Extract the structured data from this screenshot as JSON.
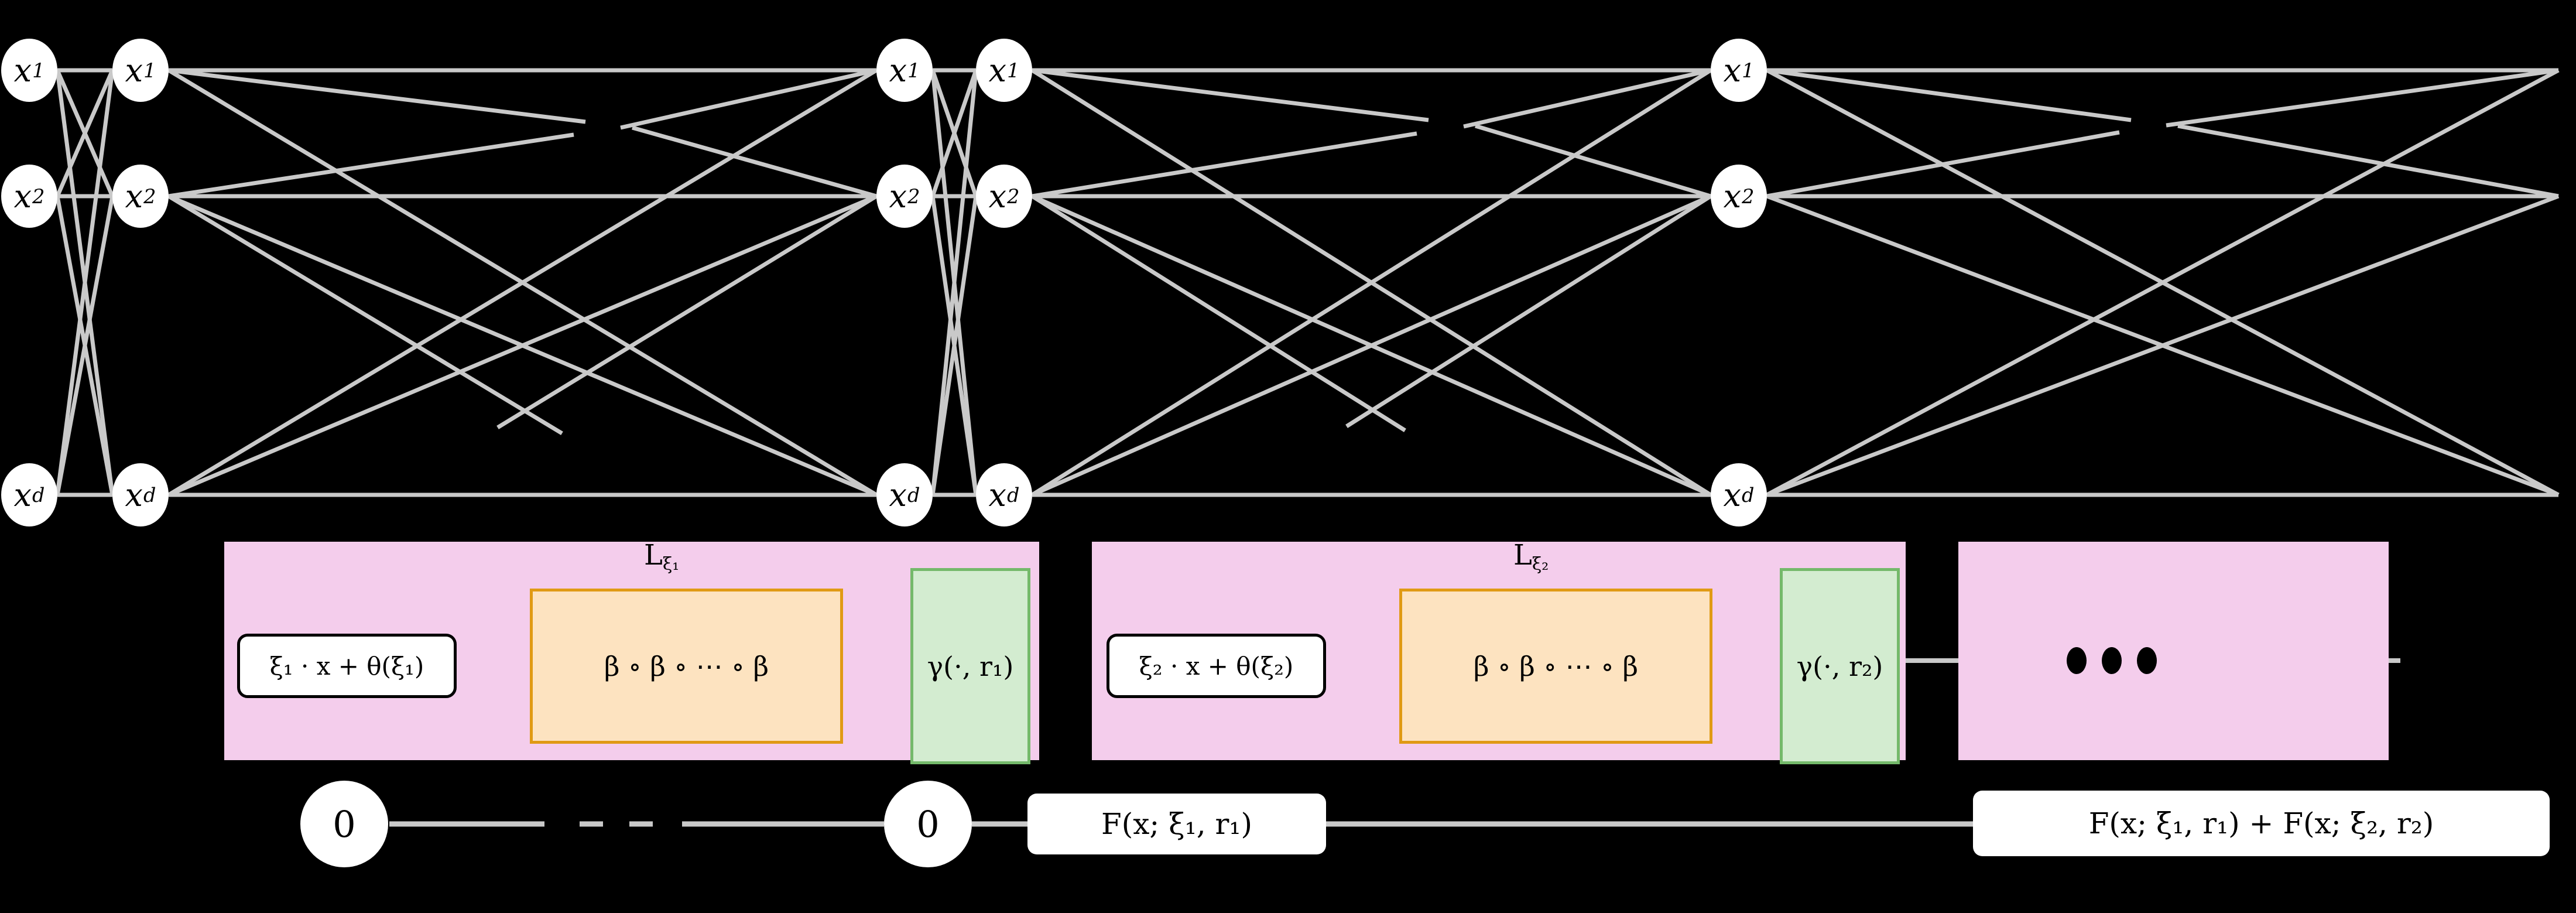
{
  "figure": {
    "type": "neural-network-architecture-diagram",
    "background_color": "#000000",
    "edge_color": "#c9c9c9",
    "node_fill": "#ffffff",
    "pink_block_color": "#f4cdec",
    "orange_block_color": "#fde3c0",
    "orange_block_border": "#e09a14",
    "green_block_color": "#d3ecd0",
    "green_block_border": "#74b96a"
  },
  "layers": [
    {
      "id": "layer-1",
      "nodes": [
        "x₁",
        "x₂",
        "x_d"
      ]
    },
    {
      "id": "layer-2",
      "nodes": [
        "x₁",
        "x₂",
        "x_d"
      ]
    },
    {
      "id": "layer-3",
      "nodes": [
        "x₁",
        "x₂",
        "x_d"
      ]
    },
    {
      "id": "layer-4",
      "nodes": [
        "x₁",
        "x₂",
        "x_d"
      ]
    },
    {
      "id": "layer-5",
      "nodes": [
        "x₁",
        "x₂",
        "x_d"
      ]
    }
  ],
  "node_labels": {
    "x1_base": "x",
    "x1_sub": "1",
    "x2_base": "x",
    "x2_sub": "2",
    "xd_base": "x",
    "xd_sub": "d"
  },
  "blocks": [
    {
      "id": "block-1",
      "affine_label": "ξ₁ · x + θ(ξ₁)",
      "composition_label": "β ∘ β ∘ ⋯ ∘ β",
      "readout_label": "γ(·, r₁)",
      "length_label": "L",
      "length_sub": "ξ₁"
    },
    {
      "id": "block-2",
      "affine_label": "ξ₂ · x + θ(ξ₂)",
      "composition_label": "β ∘ β ∘ ⋯ ∘ β",
      "readout_label": "γ(·, r₂)",
      "length_label": "L",
      "length_sub": "ξ₂"
    },
    {
      "id": "block-3",
      "ellipsis": "● ● ●"
    }
  ],
  "accumulator_row": {
    "zero_left": "0",
    "zero_right": "0",
    "partial_sum": "F(x; ξ₁, r₁)",
    "total_sum": "F(x; ξ₁, r₁) + F(x; ξ₂, r₂)"
  }
}
